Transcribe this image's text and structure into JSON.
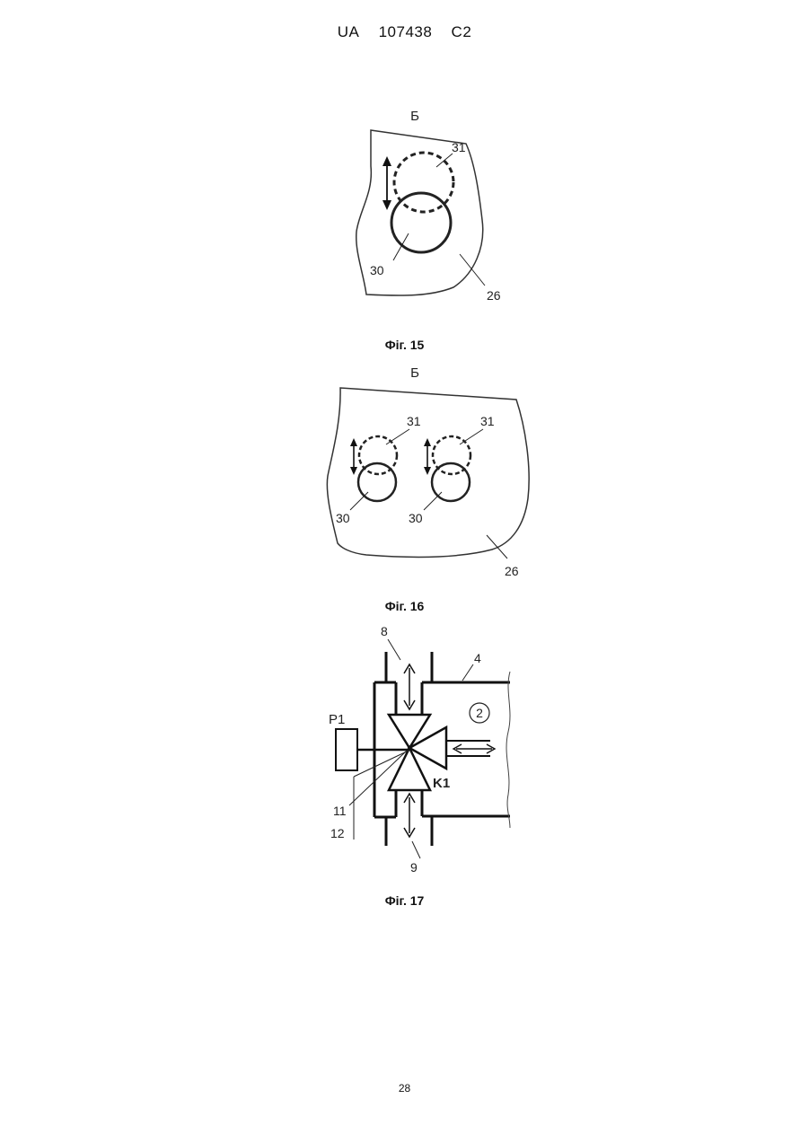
{
  "header": {
    "country": "UA",
    "number": "107438",
    "kind": "C2"
  },
  "figures": [
    {
      "caption": "Фіг. 15",
      "view_label": "Б",
      "labels": {
        "a": "31",
        "b": "30",
        "c": "26"
      }
    },
    {
      "caption": "Фіг. 16",
      "view_label": "Б",
      "labels": {
        "a1": "31",
        "a2": "31",
        "b1": "30",
        "b2": "30",
        "c": "26"
      }
    },
    {
      "caption": "Фіг. 17",
      "labels": {
        "n8": "8",
        "n4": "4",
        "p1": "P1",
        "two": "2",
        "k1": "K1",
        "n11": "11",
        "n12": "12",
        "n9": "9"
      }
    }
  ],
  "footer": {
    "page_number": "28"
  }
}
